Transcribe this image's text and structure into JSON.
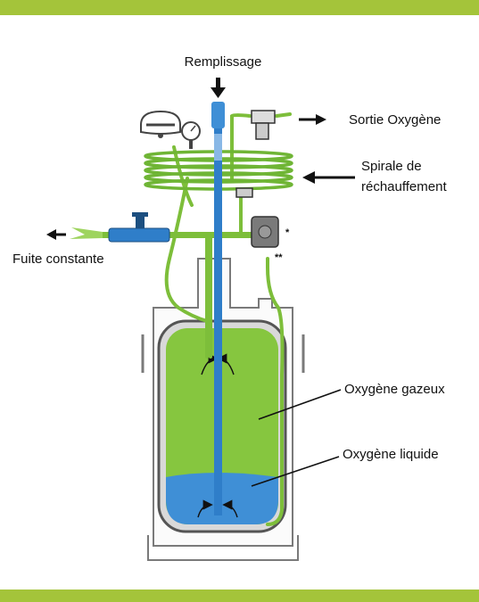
{
  "colors": {
    "band": "#a4c43a",
    "green_gas": "#86c63f",
    "green_pipe": "#7dbe3a",
    "blue_liquid": "#3f8fd6",
    "blue_pipe": "#2f7ec9",
    "tank_outline": "#6b6b6b",
    "tank_inner_wall": "#555555"
  },
  "labels": {
    "filling": "Remplissage",
    "oxygen_outlet": "Sortie Oxygène",
    "warming_coil_line1": "Spirale de",
    "warming_coil_line2": "réchauffement",
    "constant_leak": "Fuite constante",
    "gaseous_oxygen": "Oxygène gazeux",
    "liquid_oxygen": "Oxygène liquide",
    "mark_single": "*",
    "mark_double": "**"
  },
  "icons": {
    "arrow_down": "arrow-down-icon",
    "arrow_right": "arrow-right-icon",
    "arrow_left": "arrow-left-icon",
    "gauge": "pressure-gauge-icon",
    "level_indicator": "level-indicator-icon",
    "valve": "valve-icon",
    "regulator": "pressure-regulator-icon"
  }
}
